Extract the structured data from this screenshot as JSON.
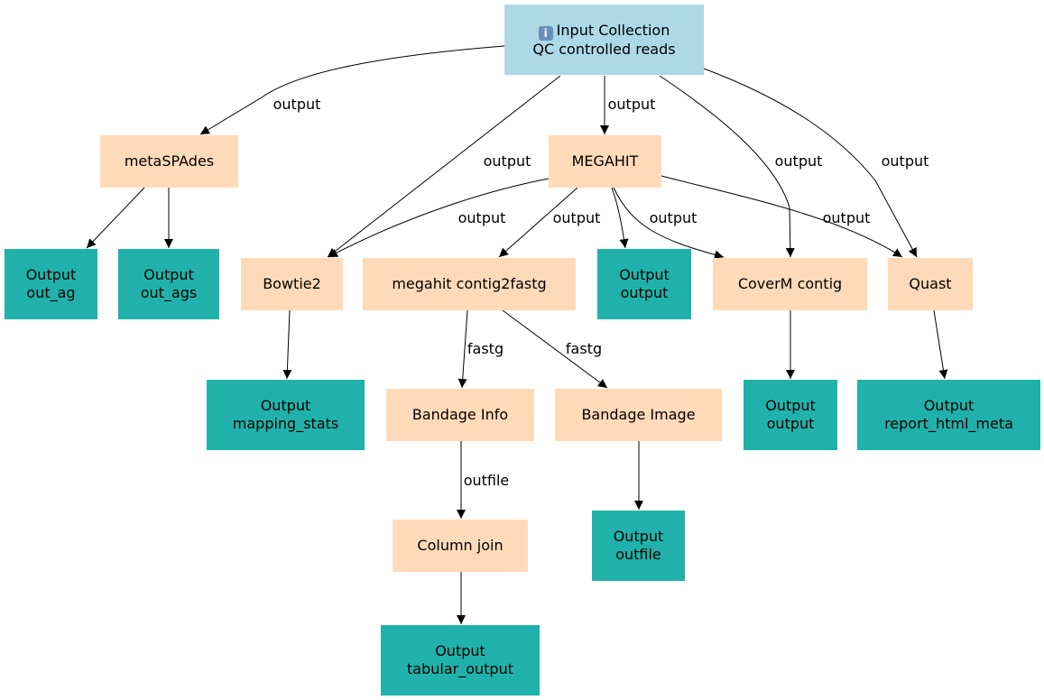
{
  "diagram": {
    "nodes": {
      "input": {
        "icon": "info-icon",
        "line1": "Input Collection",
        "line2": "QC controlled reads",
        "color": "#add8e6"
      },
      "metaspades": {
        "label": "metaSPAdes",
        "color": "#ffdab9"
      },
      "megahit": {
        "label": "MEGAHIT",
        "color": "#ffdab9"
      },
      "bowtie2": {
        "label": "Bowtie2",
        "color": "#ffdab9"
      },
      "contig2fastg": {
        "label": "megahit contig2fastg",
        "color": "#ffdab9"
      },
      "coverm": {
        "label": "CoverM contig",
        "color": "#ffdab9"
      },
      "quast": {
        "label": "Quast",
        "color": "#ffdab9"
      },
      "bandage_info": {
        "label": "Bandage Info",
        "color": "#ffdab9"
      },
      "bandage_image": {
        "label": "Bandage Image",
        "color": "#ffdab9"
      },
      "column_join": {
        "label": "Column join",
        "color": "#ffdab9"
      },
      "out_ag": {
        "line1": "Output",
        "line2": "out_ag",
        "color": "#20b2aa"
      },
      "out_ags": {
        "line1": "Output",
        "line2": "out_ags",
        "color": "#20b2aa"
      },
      "megahit_output": {
        "line1": "Output",
        "line2": "output",
        "color": "#20b2aa"
      },
      "mapping_stats": {
        "line1": "Output",
        "line2": "mapping_stats",
        "color": "#20b2aa"
      },
      "coverm_output": {
        "line1": "Output",
        "line2": "output",
        "color": "#20b2aa"
      },
      "report_html_meta": {
        "line1": "Output",
        "line2": "report_html_meta",
        "color": "#20b2aa"
      },
      "bandage_outfile": {
        "line1": "Output",
        "line2": "outfile",
        "color": "#20b2aa"
      },
      "tabular_output": {
        "line1": "Output",
        "line2": "tabular_output",
        "color": "#20b2aa"
      }
    },
    "edges": [
      {
        "from": "input",
        "to": "metaspades",
        "label": "output"
      },
      {
        "from": "input",
        "to": "bowtie2",
        "label": "output"
      },
      {
        "from": "input",
        "to": "megahit",
        "label": "output"
      },
      {
        "from": "input",
        "to": "coverm",
        "label": "output"
      },
      {
        "from": "input",
        "to": "quast",
        "label": "output"
      },
      {
        "from": "metaspades",
        "to": "out_ag",
        "label": ""
      },
      {
        "from": "metaspades",
        "to": "out_ags",
        "label": ""
      },
      {
        "from": "megahit",
        "to": "bowtie2",
        "label": "output"
      },
      {
        "from": "megahit",
        "to": "contig2fastg",
        "label": "output"
      },
      {
        "from": "megahit",
        "to": "megahit_output",
        "label": ""
      },
      {
        "from": "megahit",
        "to": "coverm",
        "label": "output"
      },
      {
        "from": "megahit",
        "to": "quast",
        "label": "output"
      },
      {
        "from": "bowtie2",
        "to": "mapping_stats",
        "label": ""
      },
      {
        "from": "contig2fastg",
        "to": "bandage_info",
        "label": "fastg"
      },
      {
        "from": "contig2fastg",
        "to": "bandage_image",
        "label": "fastg"
      },
      {
        "from": "coverm",
        "to": "coverm_output",
        "label": ""
      },
      {
        "from": "quast",
        "to": "report_html_meta",
        "label": ""
      },
      {
        "from": "bandage_info",
        "to": "column_join",
        "label": "outfile"
      },
      {
        "from": "bandage_image",
        "to": "bandage_outfile",
        "label": ""
      },
      {
        "from": "column_join",
        "to": "tabular_output",
        "label": ""
      }
    ],
    "edge_color": "#000000"
  }
}
